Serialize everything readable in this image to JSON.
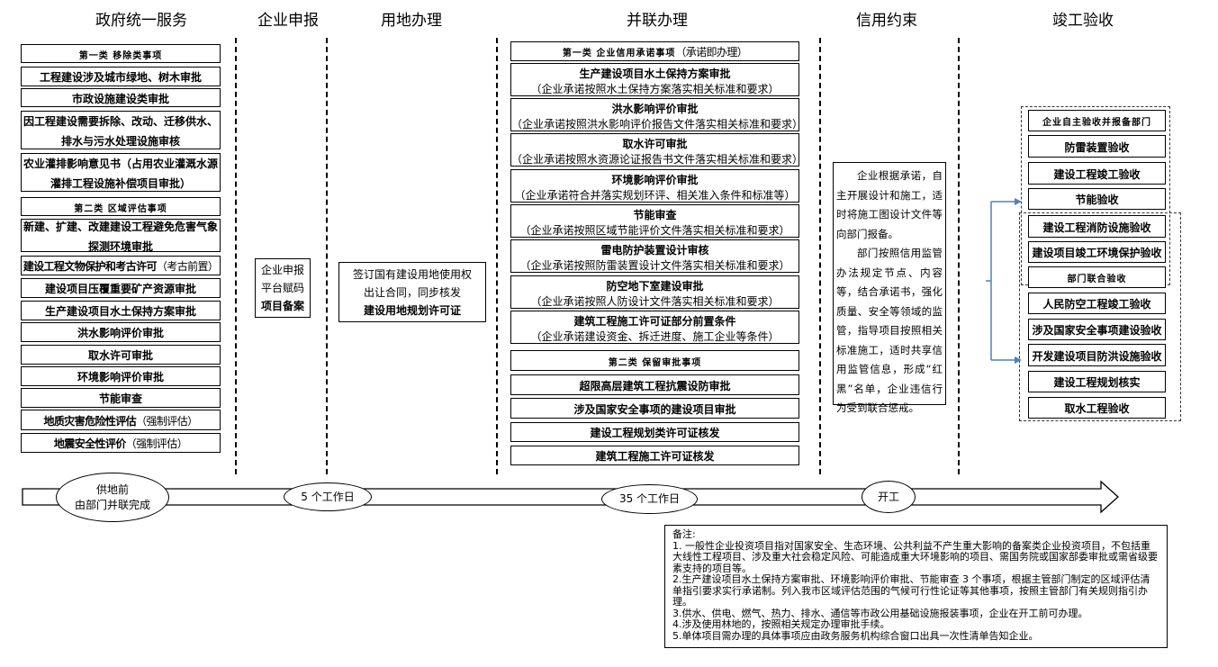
{
  "headers": [
    "政府统一服务",
    "企业申报",
    "用地办理",
    "并联办理",
    "信用约束",
    "竣工验收"
  ],
  "gov_service": [
    {
      "title": "第一类  移除类事项",
      "cat": true
    },
    {
      "title": "工程建设涉及城市绿地、树木审批"
    },
    {
      "title": "市政设施建设类审批"
    },
    {
      "title": "因工程建设需要拆除、改动、迁移供水、排水与污水处理设施审核"
    },
    {
      "title": "农业灌排影响意见书（占用农业灌溉水源灌排工程设施补偿项目审批）"
    },
    {
      "title": "第二类  区域评估事项",
      "cat": true
    },
    {
      "title": "新建、扩建、改建建设工程避免危害气象探测环境审批"
    },
    {
      "title": "建设工程文物保护和考古许可",
      "note": "（考古前置）"
    },
    {
      "title": "建设项目压覆重要矿产资源审批"
    },
    {
      "title": "生产建设项目水土保持方案审批"
    },
    {
      "title": "洪水影响评价审批"
    },
    {
      "title": "取水许可审批"
    },
    {
      "title": "环境影响评价审批"
    },
    {
      "title": "节能审查"
    },
    {
      "title": "地质灾害危险性评估",
      "note": "（强制评估）"
    },
    {
      "title": "地震安全性评价",
      "note": "（强制评估）"
    }
  ],
  "enterprise": {
    "line1": "企业申报",
    "line2": "平台赋码",
    "line3": "项目备案"
  },
  "land": {
    "line1": "签订国有建设用地使用权",
    "line2": "出让合同，同步核发",
    "line3": "建设用地规划许可证"
  },
  "parallel": [
    {
      "title": "第一类  企业信用承诺事项",
      "note": "（承诺即办理）",
      "cat": true
    },
    {
      "title": "生产建设项目水土保持方案审批",
      "sub": "（企业承诺按照水土保持方案落实相关标准和要求）"
    },
    {
      "title": "洪水影响评价审批",
      "sub": "（企业承诺按照洪水影响评价报告文件落实相关标准和要求）"
    },
    {
      "title": "取水许可审批",
      "sub": "（企业承诺按照水资源论证报告书文件落实相关标准和要求）"
    },
    {
      "title": "环境影响评价审批",
      "sub": "（企业承诺符合并落实规划环评、相关准入条件和标准等）"
    },
    {
      "title": "节能审查",
      "sub": "（企业承诺按照区域节能评价文件落实相关标准和要求）"
    },
    {
      "title": "雷电防护装置设计审核",
      "sub": "（企业承诺按照防雷装置设计文件落实相关标准和要求）"
    },
    {
      "title": "防空地下室建设审批",
      "sub": "（企业承诺按照人防设计文件落实相关标准和要求）"
    },
    {
      "title": "建筑工程施工许可证部分前置条件",
      "sub": "（企业承诺建设资金、拆迁进度、施工企业等条件）"
    },
    {
      "title": "第二类  保留审批事项",
      "cat": true
    },
    {
      "title": "超限高层建筑工程抗震设防审批"
    },
    {
      "title": "涉及国家安全事项的建设项目审批"
    },
    {
      "title": "建设工程规划类许可证核发"
    },
    {
      "title": "建筑工程施工许可证核发"
    }
  ],
  "credit": {
    "p1": "企业根据承诺，自主开展设计和施工，适时将施工图设计文件等向部门报备。",
    "p2": "部门按照信用监管办法规定节点、内容等，结合承诺书，强化质量、安全等领域的监管，指导项目按照相关标准施工，适时共享信用监管信息，形成“红黑”名单，企业违信行为受到联合惩戒。"
  },
  "acceptance": [
    {
      "title": "企业自主验收并报备部门",
      "cat": true
    },
    {
      "title": "防雷装置验收"
    },
    {
      "title": "建设工程竣工验收"
    },
    {
      "title": "节能验收"
    },
    {
      "title": "建设工程消防设施验收"
    },
    {
      "title": "建设项目竣工环境保护验收"
    },
    {
      "title": "部门联合验收",
      "cat": true
    },
    {
      "title": "人民防空工程竣工验收"
    },
    {
      "title": "涉及国家安全事项建设验收"
    },
    {
      "title": "开发建设项目防洪设施验收"
    },
    {
      "title": "建设工程规划核实"
    },
    {
      "title": "取水工程验收"
    }
  ],
  "timeline": {
    "m1_line1": "供地前",
    "m1_line2": "由部门并联完成",
    "m2": "5 个工作日",
    "m3": "35 个工作日",
    "m4": "开工"
  },
  "notes": {
    "title": "备注:",
    "items": [
      "1. 一般性企业投资项目指对国家安全、生态环境、公共利益不产生重大影响的备案类企业投资项目，不包括重大线性工程项目、涉及重大社会稳定风险、可能造成重大环境影响的项目、需国务院或国家部委审批或需省级要素支持的项目等。",
      "2.生产建设项目水土保持方案审批、环境影响评价审批、节能审查 3 个事项，根据主管部门制定的区域评估清单指引要求实行承诺制。列入我市区域评估范围的气候可行性论证等其他事项，按照主管部门有关规则指引办理。",
      "3.供水、供电、燃气、热力、排水、通信等市政公用基础设施报装事项，企业在开工前可办理。",
      "4.涉及使用林地的，按照相关规定办理审批手续。",
      "5.单体项目需办理的具体事项应由政务服务机构综合窗口出具一次性清单告知企业。"
    ]
  },
  "colors": {
    "arrow": "#4f81bd",
    "border": "#000000"
  }
}
